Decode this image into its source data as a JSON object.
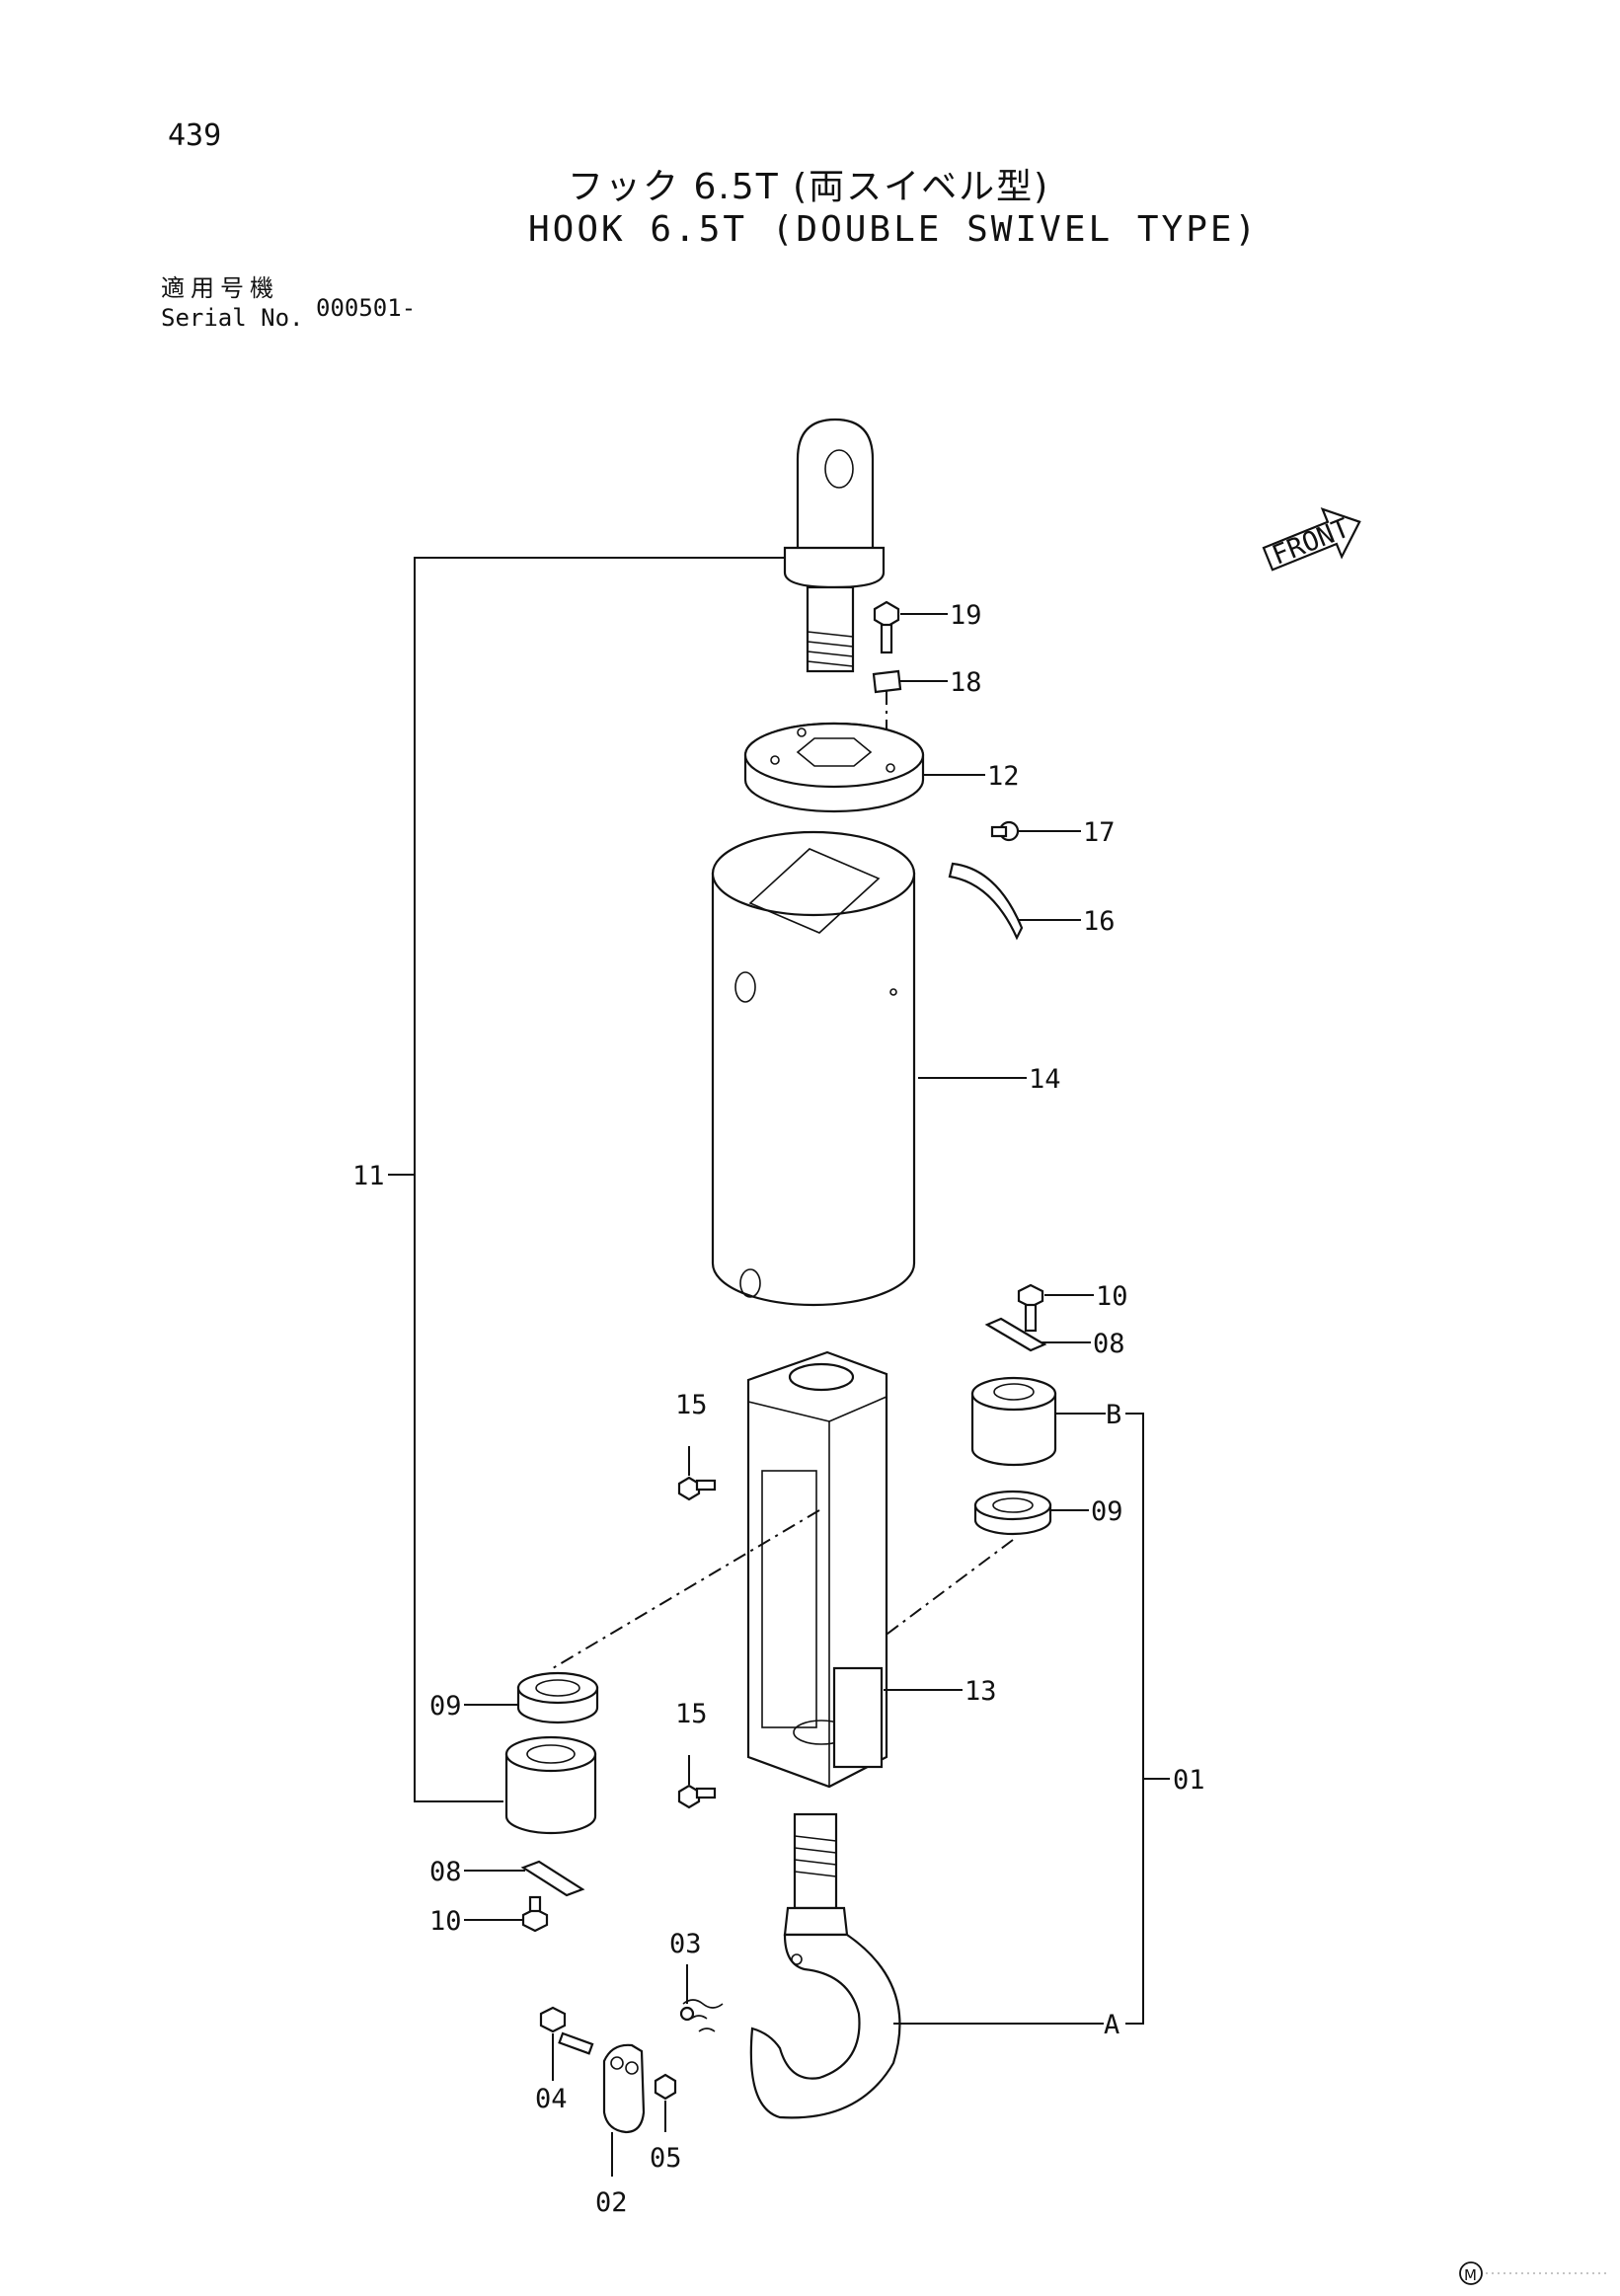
{
  "page": {
    "number": "439",
    "title_jp": "フック 6.5T (両スイベル型)",
    "title_en": "HOOK 6.5T (DOUBLE SWIVEL TYPE)"
  },
  "serial": {
    "label_jp": "適用号機",
    "label_en": "Serial No.",
    "value": "000501-"
  },
  "front_marker": "FRONT",
  "footer_mark": "M",
  "callouts": {
    "p19": "19",
    "p18": "18",
    "p12": "12",
    "p17": "17",
    "p16": "16",
    "p14": "14",
    "p11": "11",
    "p10_top": "10",
    "p08_top": "08",
    "pB": "B",
    "p15_top": "15",
    "p09_right": "09",
    "p09_left": "09",
    "p13": "13",
    "p15_bottom": "15",
    "p01": "01",
    "p08_bottom": "08",
    "p10_bottom": "10",
    "p03": "03",
    "pA": "A",
    "p04": "04",
    "p05": "05",
    "p02": "02"
  }
}
